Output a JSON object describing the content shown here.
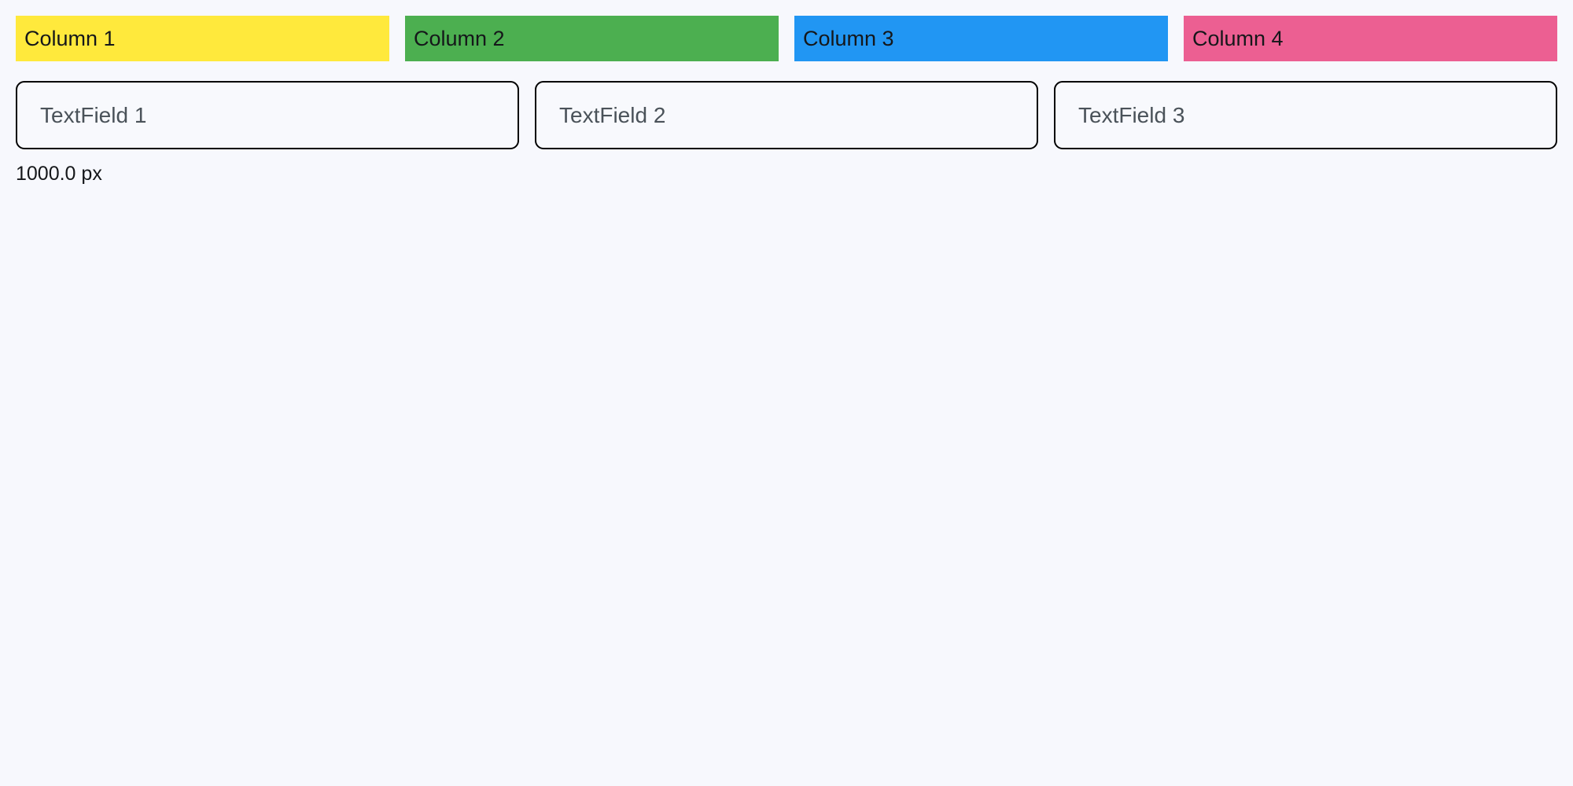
{
  "background_color": "#f7f8fd",
  "columns": [
    {
      "label": "Column 1",
      "color": "#ffe93c",
      "text_color": "#15171a"
    },
    {
      "label": "Column 2",
      "color": "#4caf50",
      "text_color": "#15171a"
    },
    {
      "label": "Column 3",
      "color": "#2196f3",
      "text_color": "#15171a"
    },
    {
      "label": "Column 4",
      "color": "#ec5f92",
      "text_color": "#15171a"
    }
  ],
  "text_fields": [
    {
      "placeholder": "TextField 1",
      "value": ""
    },
    {
      "placeholder": "TextField 2",
      "value": ""
    },
    {
      "placeholder": "TextField 3",
      "value": ""
    }
  ],
  "measurement": {
    "label": "1000.0 px"
  }
}
